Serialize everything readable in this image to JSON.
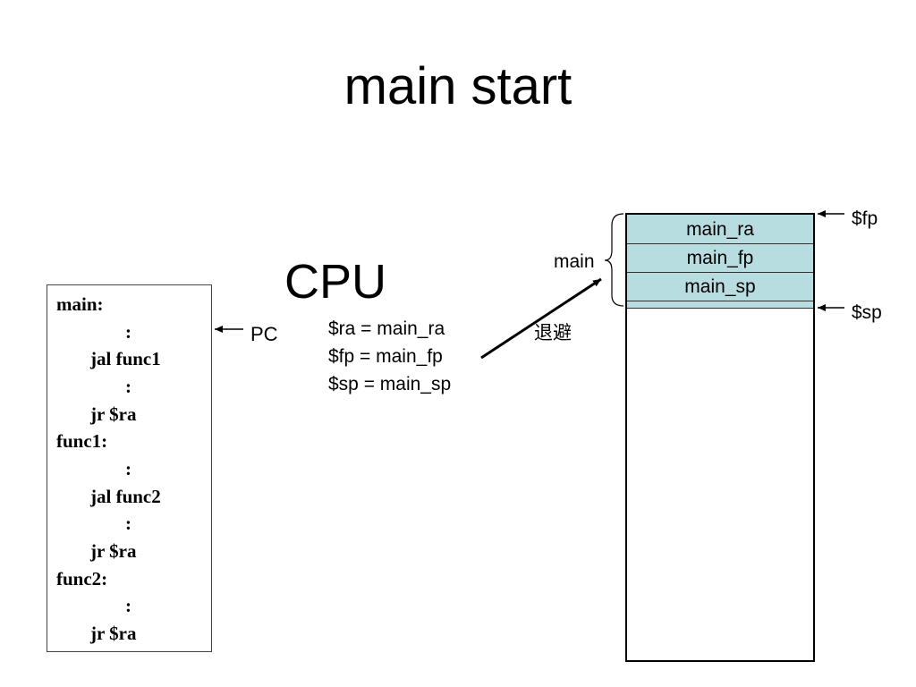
{
  "title": "main start",
  "cpu_label": "CPU",
  "code_lines": [
    "main:",
    ":",
    "jal func1",
    ":",
    "jr $ra",
    "func1:",
    ":",
    "jal func2",
    ":",
    "jr $ra",
    "func2:",
    ":",
    "jr $ra"
  ],
  "pc_label": "PC",
  "registers": [
    "$ra = main_ra",
    "$fp = main_fp",
    "$sp = main_sp"
  ],
  "save_label": "退避",
  "frame_label": "main",
  "stack_frames": [
    "main_ra",
    "main_fp",
    "main_sp"
  ],
  "pointers": {
    "fp": "$fp",
    "sp": "$sp"
  },
  "colors": {
    "frame_fill": "#b7dde1"
  }
}
